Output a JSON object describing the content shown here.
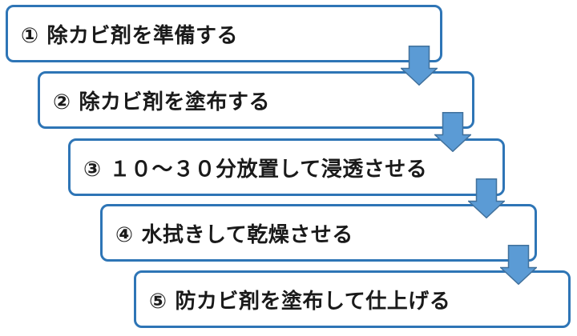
{
  "diagram": {
    "type": "flowchart",
    "direction": "top-down",
    "connector": "down-block-arrow",
    "steps": [
      {
        "number": "①",
        "text": "除カビ剤を準備する"
      },
      {
        "number": "②",
        "text": "除カビ剤を塗布する"
      },
      {
        "number": "③",
        "text": "１０～３０分放置して浸透させる"
      },
      {
        "number": "④",
        "text": "水拭きして乾燥させる"
      },
      {
        "number": "⑤",
        "text": "防カビ剤を塗布して仕上げる"
      }
    ],
    "colors": {
      "background": "#FFFFFF",
      "box_fill": "#FFFFFF",
      "box_border": "#2E75B6",
      "arrow_fill": "#5B9BD5",
      "arrow_border": "#41719C",
      "text": "#1A1A1A"
    }
  }
}
